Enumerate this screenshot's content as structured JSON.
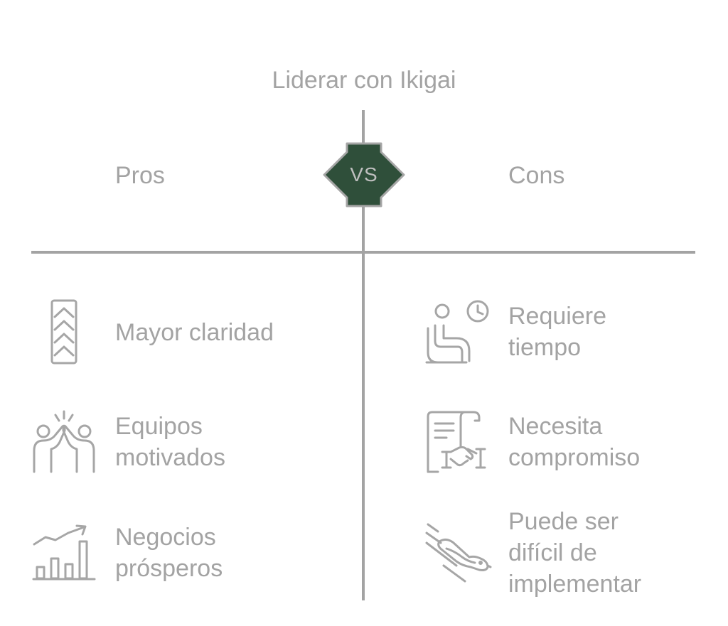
{
  "title": "Liderar con Ikigai",
  "vs_label": "VS",
  "pros": {
    "header": "Pros",
    "items": [
      {
        "label": "Mayor claridad",
        "icon": "chevrons-up-icon"
      },
      {
        "label": "Equipos\nmotivados",
        "icon": "high-five-icon"
      },
      {
        "label": "Negocios\nprósperos",
        "icon": "growth-chart-icon"
      }
    ]
  },
  "cons": {
    "header": "Cons",
    "items": [
      {
        "label": "Requiere\ntiempo",
        "icon": "waiting-person-clock-icon"
      },
      {
        "label": "Necesita\ncompromiso",
        "icon": "contract-handshake-icon"
      },
      {
        "label": "Puede ser\ndifícil de\nimplementar",
        "icon": "falling-bird-icon"
      }
    ]
  },
  "colors": {
    "badge_fill": "#2f4f3a",
    "badge_stroke": "#a6a6a6",
    "line": "#a3a3a3",
    "text": "#a3a3a3"
  }
}
